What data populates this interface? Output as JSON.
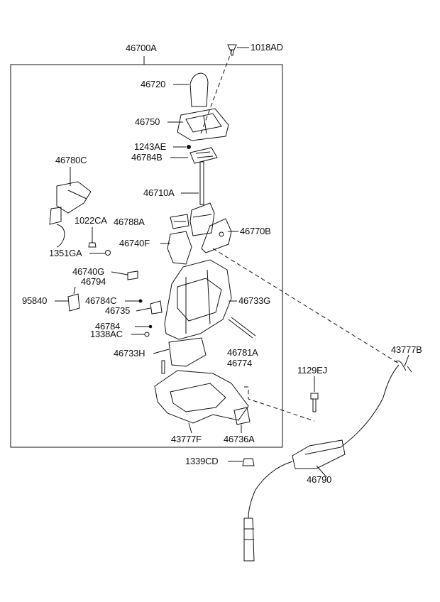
{
  "diagram": {
    "assembly_label": "46700A",
    "parts": {
      "p1018AD": "1018AD",
      "p46720": "46720",
      "p46750": "46750",
      "p1243AE": "1243AE",
      "p46784B": "46784B",
      "p46780C": "46780C",
      "p46710A": "46710A",
      "p1022CA": "1022CA",
      "p46788A": "46788A",
      "p46770B": "46770B",
      "p46740F": "46740F",
      "p1351GA": "1351GA",
      "p46740G": "46740G",
      "p46794": "46794",
      "p95840": "95840",
      "p46784C": "46784C",
      "p46733G": "46733G",
      "p46735": "46735",
      "p46784": "46784",
      "p1338AC": "1338AC",
      "p46781A": "46781A",
      "p46774": "46774",
      "p46733H": "46733H",
      "p43777B": "43777B",
      "p1129EJ": "1129EJ",
      "p43777F": "43777F",
      "p46736A": "46736A",
      "p1339CD": "1339CD",
      "p46790": "46790"
    }
  }
}
